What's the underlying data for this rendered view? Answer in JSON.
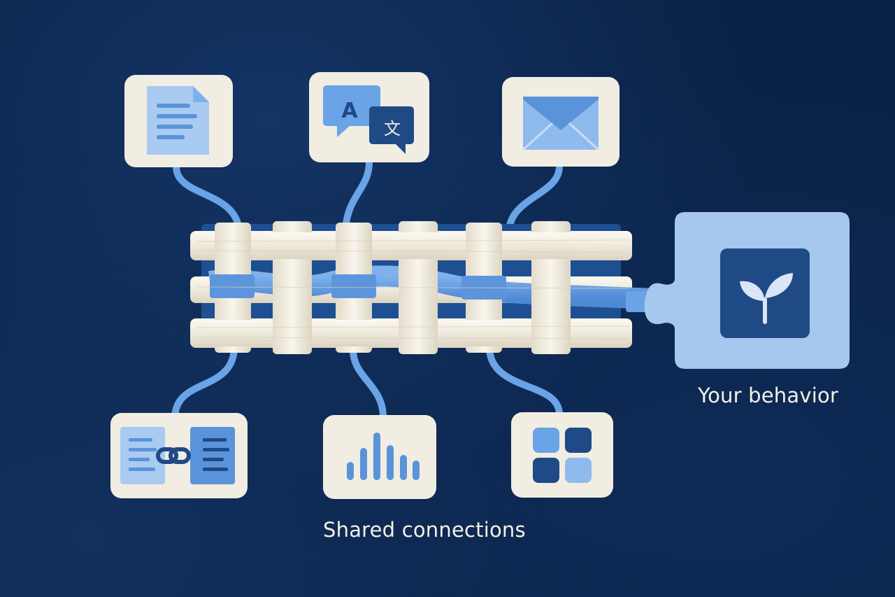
{
  "labels": {
    "behavior": "Your behavior",
    "shared": "Shared connections"
  },
  "icons": {
    "top": [
      "document-icon",
      "translate-icon",
      "mail-icon"
    ],
    "bottom": [
      "linked-documents-icon",
      "bar-chart-icon",
      "grid-apps-icon"
    ],
    "plugin": "sprout-icon"
  },
  "translate_glyphs": {
    "latin": "A",
    "cjk": "文"
  },
  "colors": {
    "background": "#0a2246",
    "card": "#f1ede2",
    "thread_light": "#6aa3e6",
    "icon_light": "#a9cbf2",
    "icon_mid": "#5b93da",
    "icon_dark": "#1f4a86",
    "plugin": "#a6c8ef",
    "label": "#f4f1e8"
  }
}
